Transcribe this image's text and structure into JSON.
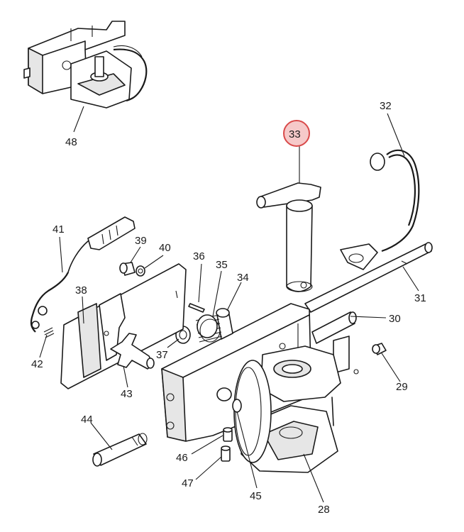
{
  "colors": {
    "highlight_fill": "#f6c9c9",
    "highlight_stroke": "#d94a4a",
    "line": "#1a1a1a"
  },
  "callouts": {
    "c28": "28",
    "c29": "29",
    "c30": "30",
    "c31": "31",
    "c32": "32",
    "c33": "33",
    "c34": "34",
    "c35": "35",
    "c36": "36",
    "c37": "37",
    "c38": "38",
    "c39": "39",
    "c40": "40",
    "c41": "41",
    "c42": "42",
    "c43": "43",
    "c44": "44",
    "c45": "45",
    "c46": "46",
    "c47": "47",
    "c48": "48"
  },
  "highlighted_callout": "33"
}
